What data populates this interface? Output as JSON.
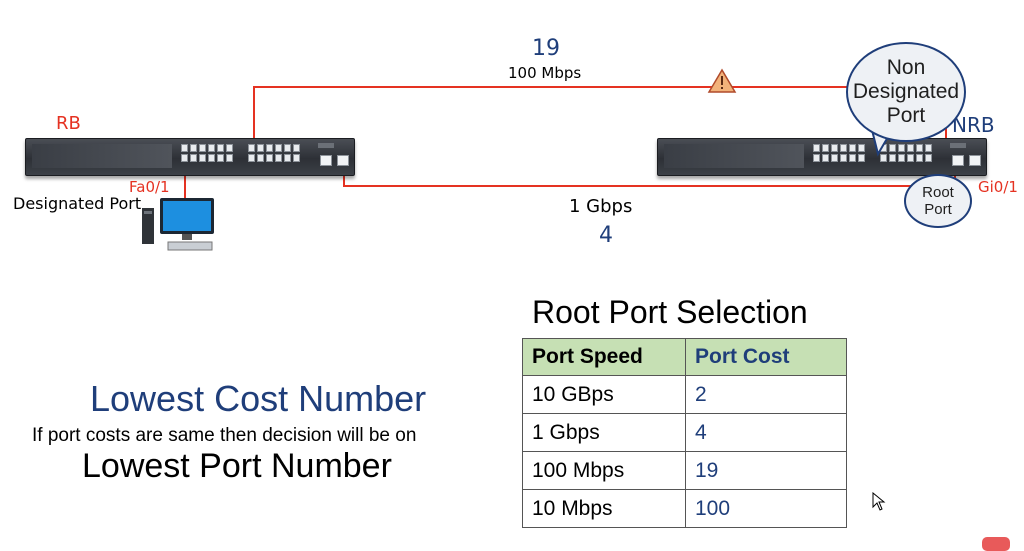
{
  "topology": {
    "left_switch_label": "RB",
    "right_switch_label": "NRB",
    "left_port_label": "Fa0/1",
    "left_port_role": "Designated Port",
    "right_port_label": "Gi0/1",
    "top_link": {
      "speed": "100 Mbps",
      "cost": "19"
    },
    "bottom_link": {
      "speed": "1 Gbps",
      "cost": "4"
    },
    "callout_non_designated": "Non Designated Port",
    "callout_root_port": "Root Port",
    "warning_icon": "warning-triangle-icon"
  },
  "rules": {
    "heading": "Lowest Cost Number",
    "subtext": "If port costs are same then decision will be on",
    "tiebreak": "Lowest Port Number"
  },
  "table": {
    "title": "Root Port Selection",
    "headers": [
      "Port Speed",
      "Port Cost"
    ],
    "rows": [
      [
        "10 GBps",
        "2"
      ],
      [
        "1 Gbps",
        "4"
      ],
      [
        "100 Mbps",
        "19"
      ],
      [
        "10 Mbps",
        "100"
      ]
    ]
  },
  "colors": {
    "link": "#e53222",
    "accent": "#1f3e7a",
    "table_header": "#c6e0b4"
  }
}
